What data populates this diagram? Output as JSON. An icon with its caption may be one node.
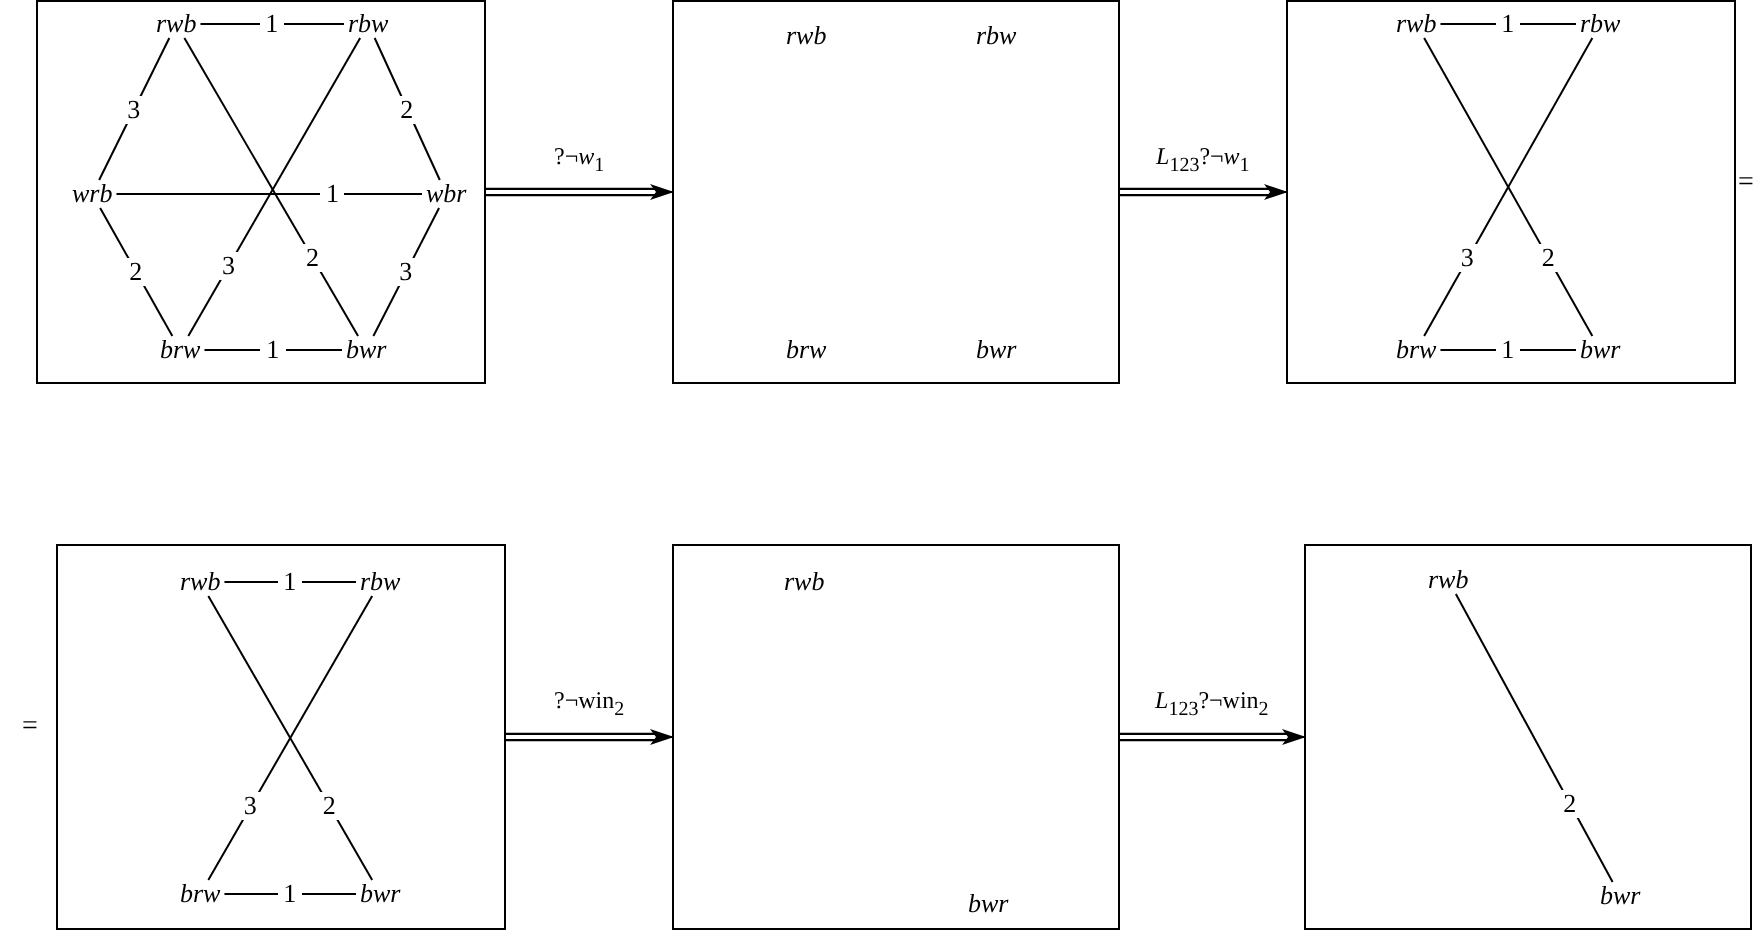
{
  "diagram": {
    "nodes": [
      {
        "text": [],
        "shape": "box"
      },
      {
        "text": [
          "rwb"
        ],
        "in": 0
      },
      {
        "text": [
          "rbw"
        ],
        "in": 0
      },
      {
        "text": [
          "wrb"
        ],
        "in": 0
      },
      {
        "text": [
          "wbr"
        ],
        "in": 0
      },
      {
        "text": [
          "brw"
        ],
        "in": 0
      },
      {
        "text": [
          "bwr"
        ],
        "in": 0
      },
      {
        "text": [],
        "shape": "box"
      },
      {
        "text": [
          "rwb"
        ],
        "in": 7
      },
      {
        "text": [
          "rbw"
        ],
        "in": 7
      },
      {
        "text": [
          "brw"
        ],
        "in": 7
      },
      {
        "text": [
          "bwr"
        ],
        "in": 7
      },
      {
        "text": [],
        "shape": "box"
      },
      {
        "text": [
          "rwb"
        ],
        "in": 12
      },
      {
        "text": [
          "rbw"
        ],
        "in": 12
      },
      {
        "text": [
          "brw"
        ],
        "in": 12
      },
      {
        "text": [
          "bwr"
        ],
        "in": 12
      },
      {
        "text": [],
        "shape": "box"
      },
      {
        "text": [
          "rwb"
        ],
        "in": 17
      },
      {
        "text": [
          "rbw"
        ],
        "in": 17
      },
      {
        "text": [
          "brw"
        ],
        "in": 17
      },
      {
        "text": [
          "bwr"
        ],
        "in": 17
      },
      {
        "text": [],
        "shape": "box"
      },
      {
        "text": [
          "rwb"
        ],
        "in": 22
      },
      {
        "text": [
          "bwr"
        ],
        "in": 22
      },
      {
        "text": [],
        "shape": "box"
      },
      {
        "text": [
          "rwb"
        ],
        "in": 25
      },
      {
        "text": [
          "bwr"
        ],
        "in": 25
      }
    ],
    "edges": [
      {
        "from": 1,
        "to": 2,
        "arrow": "none",
        "label": "1"
      },
      {
        "from": 2,
        "to": 4,
        "arrow": "none",
        "label": "2"
      },
      {
        "from": 3,
        "to": 1,
        "arrow": "none",
        "label": "3"
      },
      {
        "from": 3,
        "to": 4,
        "arrow": "none",
        "label": "1"
      },
      {
        "from": 1,
        "to": 6,
        "arrow": "none",
        "label": "2"
      },
      {
        "from": 2,
        "to": 5,
        "arrow": "none",
        "label": "3"
      },
      {
        "from": 3,
        "to": 5,
        "arrow": "none",
        "label": "2"
      },
      {
        "from": 4,
        "to": 6,
        "arrow": "none",
        "label": "3"
      },
      {
        "from": 5,
        "to": 6,
        "arrow": "none",
        "label": "1"
      },
      {
        "from": 0,
        "to": 7,
        "arrow": "to",
        "label": "?¬*w*$_{1}$"
      },
      {
        "from": 7,
        "to": 12,
        "arrow": "to",
        "label": "*L*$_{123}$?¬*w*$_{1}$"
      },
      {
        "from": 13,
        "to": 14,
        "arrow": "none",
        "label": "1"
      },
      {
        "from": 13,
        "to": 16,
        "arrow": "none",
        "label": "2"
      },
      {
        "from": 14,
        "to": 15,
        "arrow": "none",
        "label": "3"
      },
      {
        "from": 15,
        "to": 16,
        "arrow": "none",
        "label": "1"
      },
      {
        "from": 18,
        "to": 19,
        "arrow": "none",
        "label": "1"
      },
      {
        "from": 18,
        "to": 21,
        "arrow": "none",
        "label": "2"
      },
      {
        "from": 19,
        "to": 20,
        "arrow": "none",
        "label": "3"
      },
      {
        "from": 20,
        "to": 21,
        "arrow": "none",
        "label": "1"
      },
      {
        "from": 17,
        "to": 22,
        "arrow": "to",
        "label": "?¬win$_{2}$"
      },
      {
        "from": 22,
        "to": 25,
        "arrow": "to",
        "label": "*L*$_{123}$?¬win$_{2}$"
      },
      {
        "from": 26,
        "to": 27,
        "arrow": "none",
        "label": "2"
      }
    ],
    "labels": [
      "=",
      "="
    ]
  }
}
